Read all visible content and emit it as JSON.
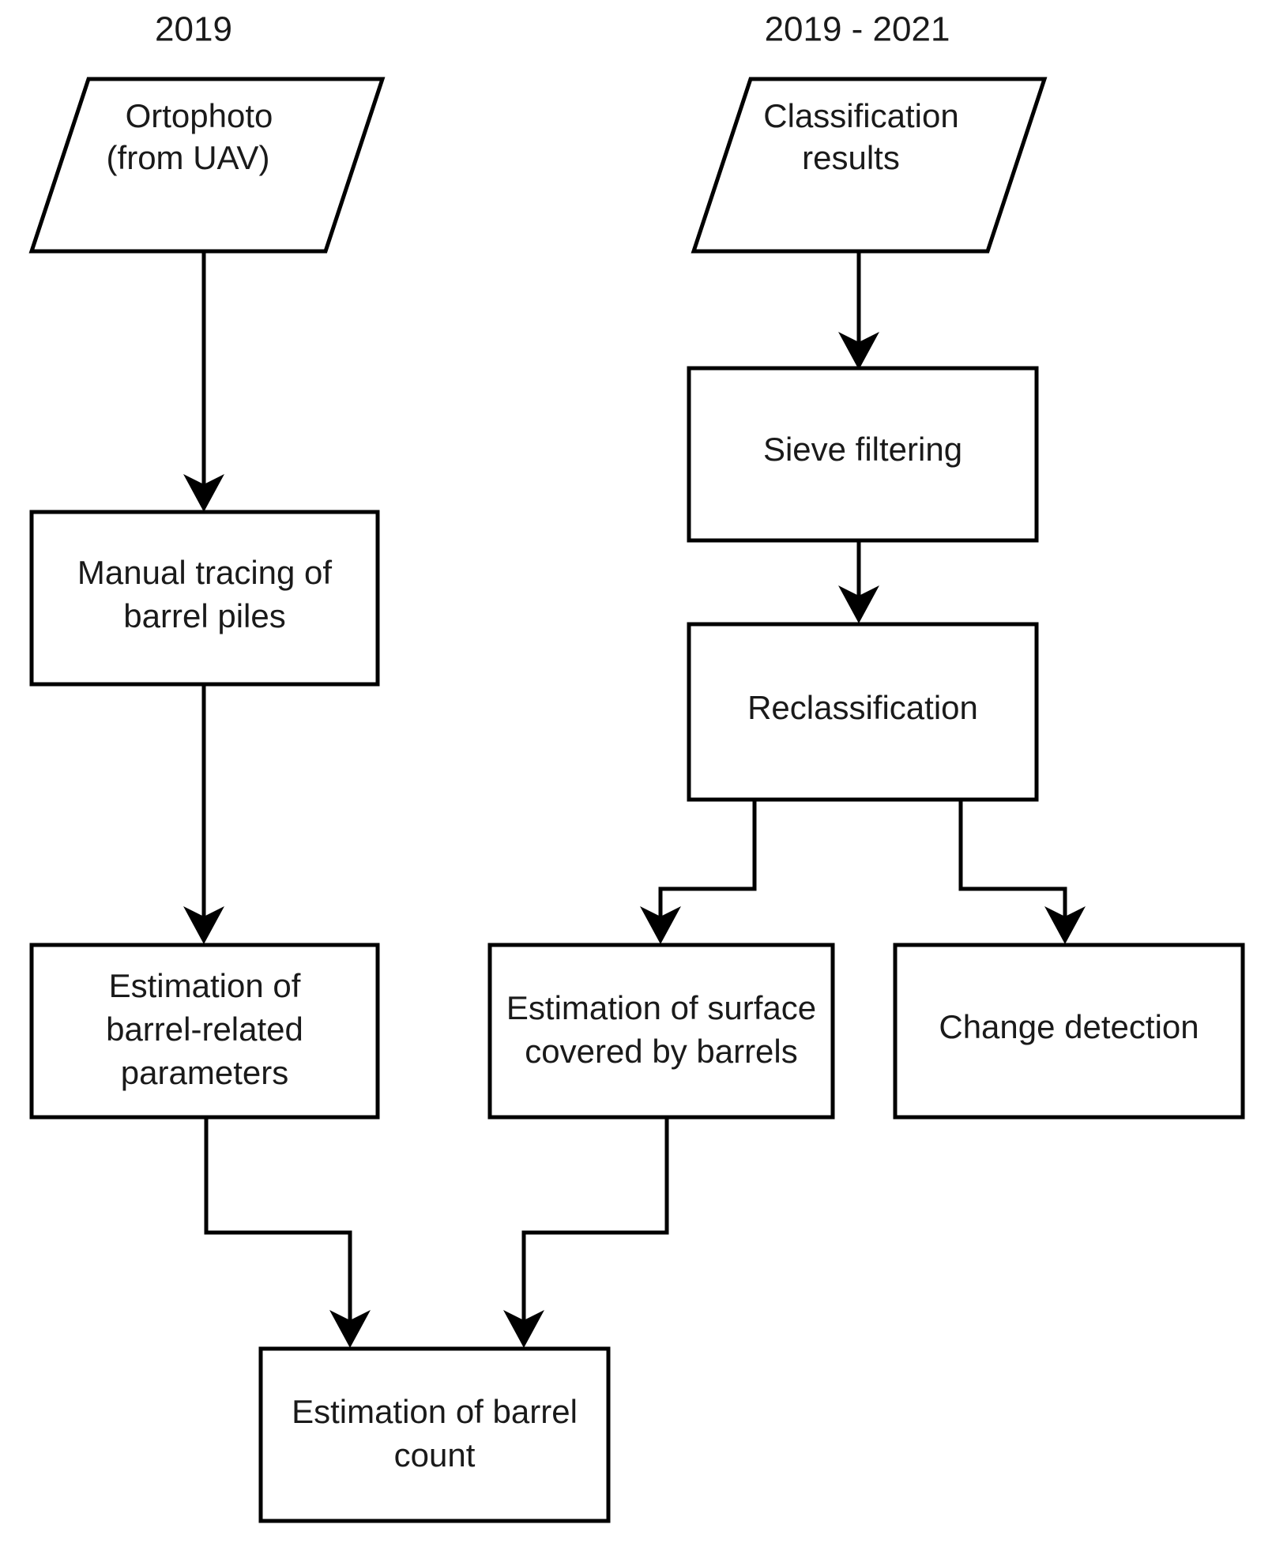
{
  "diagram": {
    "title": "Barrel analysis workflow flowchart",
    "background_color": "#ffffff",
    "stroke_color": "#000000",
    "text_color": "#1a1a1a",
    "columns": [
      {
        "id": "col-left",
        "label": "2019"
      },
      {
        "id": "col-right",
        "label": "2019 - 2021"
      }
    ],
    "nodes": [
      {
        "id": "ortophoto",
        "shape": "parallelogram",
        "lines": [
          "Ortophoto",
          "(from UAV)"
        ]
      },
      {
        "id": "classification-results",
        "shape": "parallelogram",
        "lines": [
          "Classification",
          "results"
        ]
      },
      {
        "id": "manual-tracing",
        "shape": "rectangle",
        "lines": [
          "Manual tracing of",
          "barrel piles"
        ]
      },
      {
        "id": "sieve-filtering",
        "shape": "rectangle",
        "lines": [
          "Sieve filtering"
        ]
      },
      {
        "id": "reclassification",
        "shape": "rectangle",
        "lines": [
          "Reclassification"
        ]
      },
      {
        "id": "estimation-barrel-related-parameters",
        "shape": "rectangle",
        "lines": [
          "Estimation of",
          "barrel-related",
          "parameters"
        ]
      },
      {
        "id": "estimation-surface-covered",
        "shape": "rectangle",
        "lines": [
          "Estimation of surface",
          "covered by barrels"
        ]
      },
      {
        "id": "change-detection",
        "shape": "rectangle",
        "lines": [
          "Change detection"
        ]
      },
      {
        "id": "estimation-barrel-count",
        "shape": "rectangle",
        "lines": [
          "Estimation of barrel",
          "count"
        ]
      }
    ],
    "edges": [
      {
        "id": "e1",
        "from": "ortophoto",
        "to": "manual-tracing"
      },
      {
        "id": "e2",
        "from": "manual-tracing",
        "to": "estimation-barrel-related-parameters"
      },
      {
        "id": "e3",
        "from": "classification-results",
        "to": "sieve-filtering"
      },
      {
        "id": "e4",
        "from": "sieve-filtering",
        "to": "reclassification"
      },
      {
        "id": "e5",
        "from": "reclassification",
        "to": "estimation-surface-covered"
      },
      {
        "id": "e6",
        "from": "reclassification",
        "to": "change-detection"
      },
      {
        "id": "e7",
        "from": "estimation-barrel-related-parameters",
        "to": "estimation-barrel-count"
      },
      {
        "id": "e8",
        "from": "estimation-surface-covered",
        "to": "estimation-barrel-count"
      }
    ]
  },
  "labels": {
    "col_left_title": "2019",
    "col_right_title": "2019 - 2021",
    "ortophoto_l1": "Ortophoto",
    "ortophoto_l2": "(from UAV)",
    "classification_l1": "Classification",
    "classification_l2": "results",
    "manual_tracing_l1": "Manual tracing of",
    "manual_tracing_l2": "barrel piles",
    "sieve_l1": "Sieve filtering",
    "reclass_l1": "Reclassification",
    "params_l1": "Estimation of",
    "params_l2": "barrel-related",
    "params_l3": "parameters",
    "surface_l1": "Estimation of surface",
    "surface_l2": "covered by barrels",
    "change_l1": "Change detection",
    "count_l1": "Estimation of barrel",
    "count_l2": "count"
  }
}
